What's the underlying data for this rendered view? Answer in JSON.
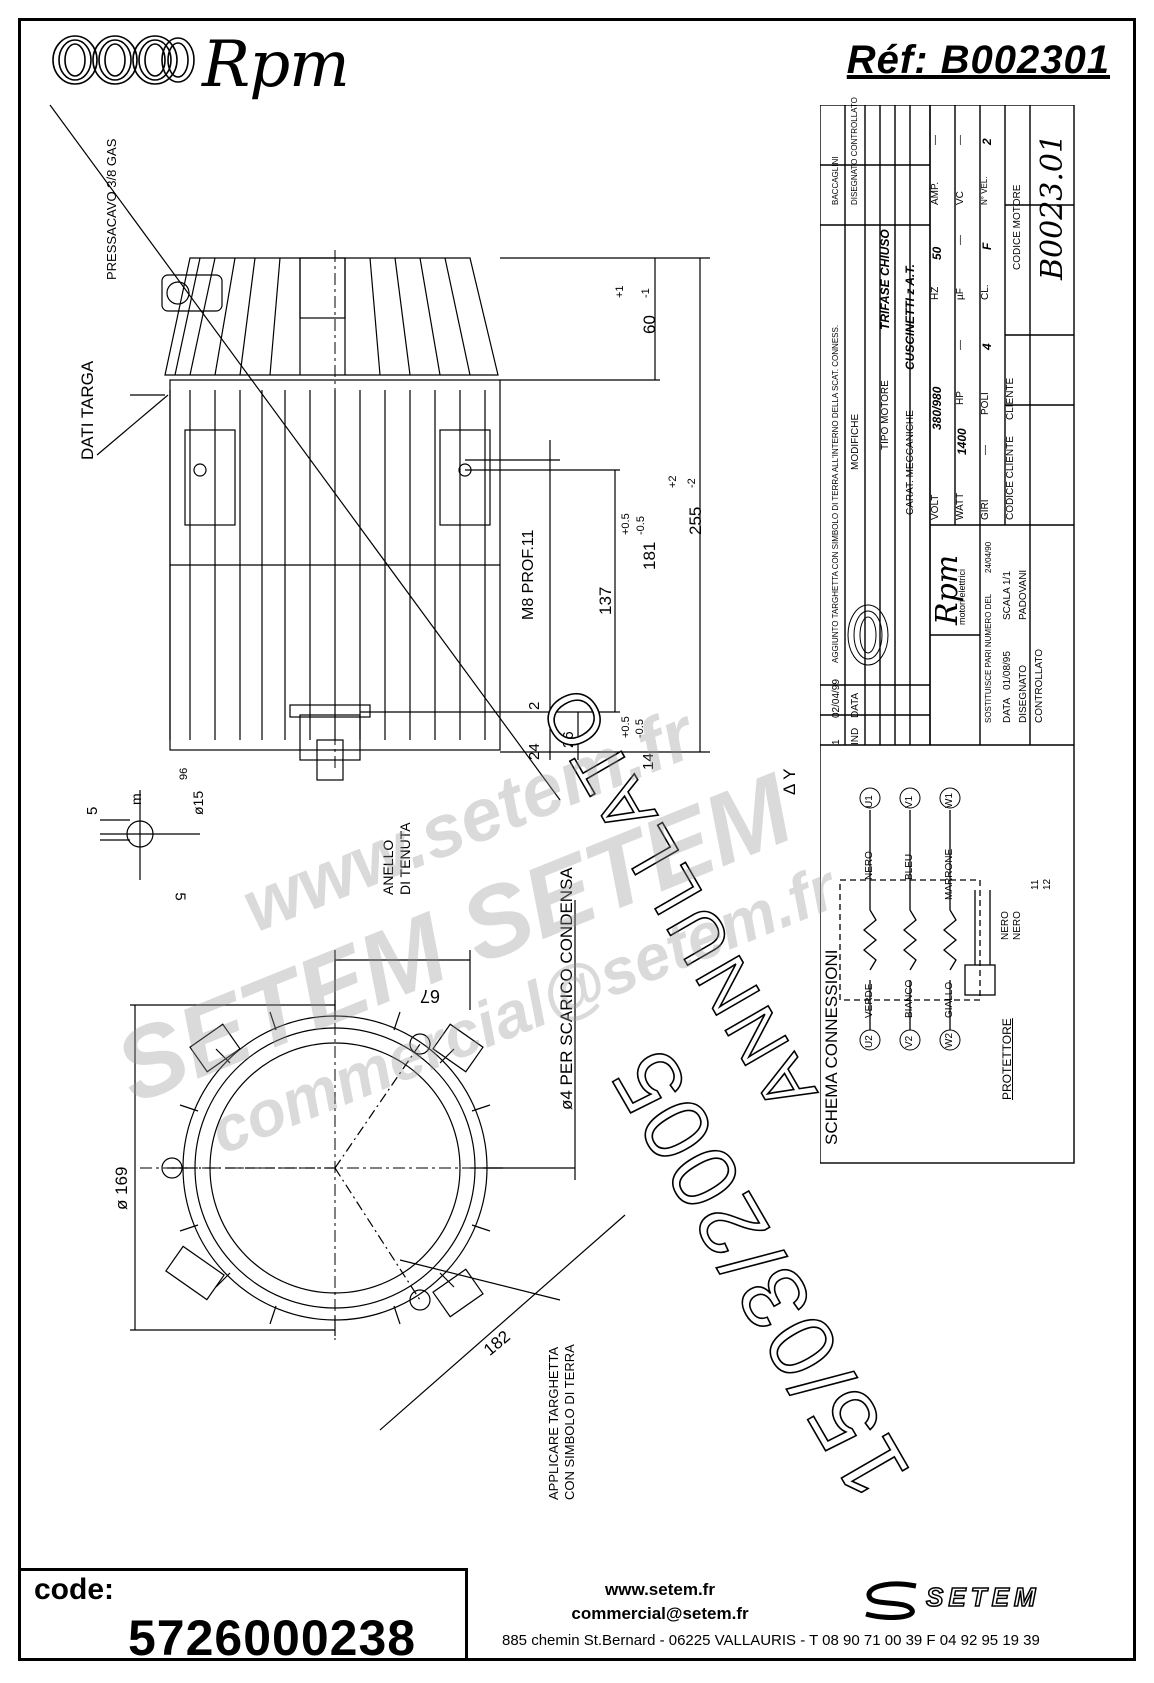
{
  "header": {
    "brand": "Rpm",
    "reference": "Réf:  B002301"
  },
  "labels": {
    "pressacavo": "PRESSACAVO 3/8 GAS",
    "dati_targa": "DATI TARGA",
    "m8": "M8 PROF.11",
    "anello": "ANELLO",
    "di_tenuta": "DI TENUTA",
    "scarico": "ø4 PER SCARICO CONDENSA",
    "applicare": "APPLICARE TARGHETTA",
    "con_simbolo": "CON SIMBOLO DI TERRA",
    "schema": "SCHEMA CONNESSIONI",
    "protettore": "PROTETTORE",
    "annullato": "ANNULLATO",
    "date_stamp": "15/03/2005"
  },
  "dimensions": {
    "d60": "60",
    "d60_tol_top": "+1",
    "d60_tol_bot": "-1",
    "d255": "255",
    "d255_tol_top": "+2",
    "d255_tol_bot": "-2",
    "d181": "181",
    "d181_tol_top": "+0.5",
    "d181_tol_bot": "-0.5",
    "d137": "137",
    "d2": "2",
    "d24": "24",
    "d26": "26",
    "d24_tol_top": "+0.5",
    "d24_tol_bot": "-0.5",
    "d14": "14",
    "d5": "5",
    "dm": "m",
    "d15": "ø15",
    "d96": "96",
    "d5b": "5",
    "d67": "67",
    "d169": "ø 169",
    "d182": "182"
  },
  "wiring": {
    "symbol": "Δ Y",
    "terminals": [
      {
        "left": "U2",
        "left_color": "VERDE",
        "right_color": "NERO",
        "right": "U1"
      },
      {
        "left": "V2",
        "left_color": "BIANCO",
        "right_color": "BLEU",
        "right": "V1"
      },
      {
        "left": "W2",
        "left_color": "GIALLO",
        "right_color": "MARRONE",
        "right": "W1"
      }
    ],
    "protector_wires": [
      "NERO",
      "NERO"
    ],
    "protector_terms": [
      "11",
      "12"
    ]
  },
  "title_block": {
    "mod_rows": [
      {
        "n": "1",
        "date": "02/04/99",
        "text": "AGGIUNTO TARGHETTA CON SIMBOLO DI TERRA ALL'INTERNO DELLA SCAT. CONNESS.",
        "sig": "BACCAGLINI"
      },
      {
        "n": "IND",
        "date": "DATA",
        "text": "MODIFICHE",
        "sig": "DISEGNATO  CONTROLLATO"
      }
    ],
    "tipo_motore_label": "TIPO MOTORE",
    "tipo_motore": "TRIFASE CHIUSO",
    "carat_label": "CARAT. MECCANICHE",
    "carat": "CUSCINETTI z A.T.",
    "volt_label": "VOLT",
    "volt": "380/980",
    "hz_label": "HZ",
    "hz": "50",
    "amp_label": "AMP.",
    "amp": "—",
    "watt_label": "WATT",
    "watt": "1400",
    "hp_label": "HP",
    "hp": "—",
    "uf_label": "µF",
    "uf": "—",
    "vc_label": "VC",
    "vc": "—",
    "giri_label": "GIRI",
    "giri": "—",
    "poli_label": "POLI",
    "poli": "4",
    "cl_label": "CL.",
    "cl": "F",
    "nvel_label": "N° VEL.",
    "nvel": "2",
    "cliente_label": "CLIENTE",
    "codice_cliente_label": "CODICE CLIENTE",
    "codice_motore_label": "CODICE MOTORE",
    "codice_motore": "B0023.01",
    "company": "Rpm",
    "company_sub": "motori elettrici",
    "sostituisce": "SOSTITUISCE PARI NUMERO DEL",
    "sost_date": "24/04/90",
    "data_label": "DATA",
    "data": "01/08/95",
    "scala_label": "SCALA",
    "scala": "1/1",
    "disegnato_label": "DISEGNATO",
    "disegnato": "PADOVANI",
    "controllato_label": "CONTROLLATO"
  },
  "footer": {
    "code_label": "code:",
    "code": "5726000238",
    "web": "www.setem.fr",
    "email": "commercial@setem.fr",
    "address": "885 chemin St.Bernard  -  06225 VALLAURIS  -  T 08 90 71 00 39   F 04 92 95 19 39",
    "logo": "SETEM"
  },
  "watermarks": [
    "www.setem.fr",
    "SETEM  SETEM",
    "commercial@setem.fr"
  ]
}
